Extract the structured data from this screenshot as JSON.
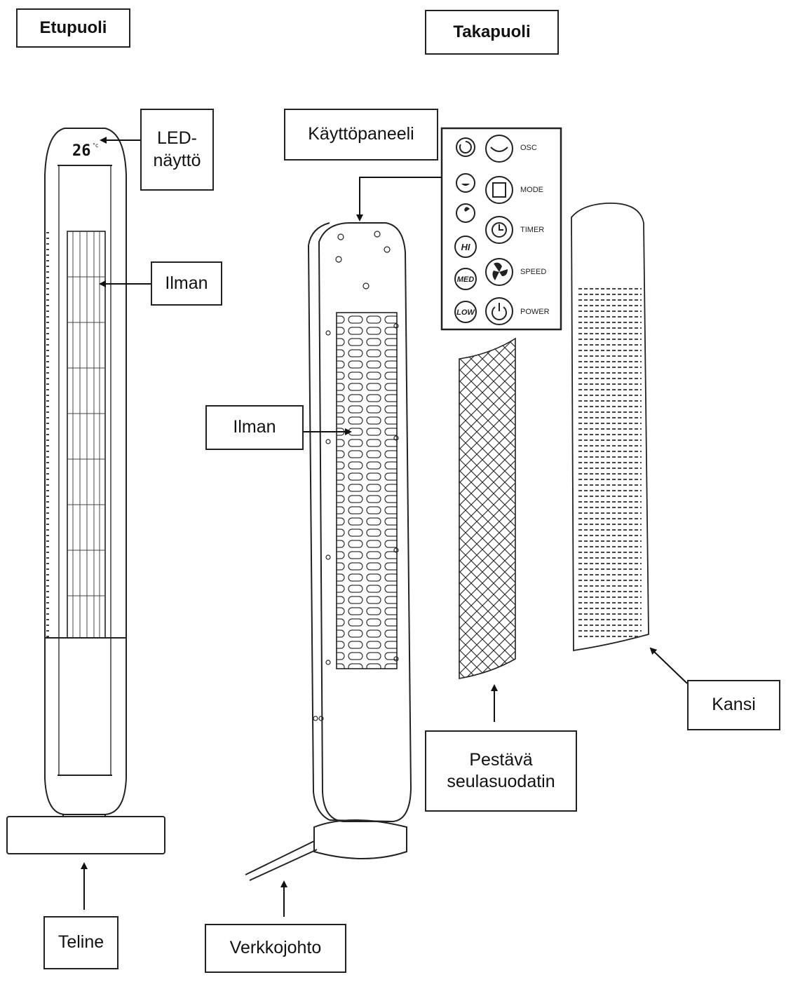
{
  "headings": {
    "front": "Etupuoli",
    "back": "Takapuoli"
  },
  "labels": {
    "led_line1": "LED-",
    "led_line2": "näyttö",
    "air_front": "Ilman",
    "control_panel": "Käyttöpaneeli",
    "air_back": "Ilman",
    "cover": "Kansi",
    "filter_line1": "Pestävä",
    "filter_line2": "seulasuodatin",
    "stand": "Teline",
    "power_cord": "Verkkojohto"
  },
  "display": {
    "temperature": "26",
    "unit": "°c"
  },
  "panel_buttons": {
    "osc": "OSC",
    "mode": "MODE",
    "timer": "TIMER",
    "speed": "SPEED",
    "power": "POWER",
    "hi": "HI",
    "med": "MED",
    "low": "LOW"
  },
  "icons": [
    "rotate-icon",
    "swing-icon",
    "sleep-icon",
    "mode-icon",
    "natural-wind-icon",
    "timer-icon",
    "fan-icon",
    "power-icon"
  ]
}
